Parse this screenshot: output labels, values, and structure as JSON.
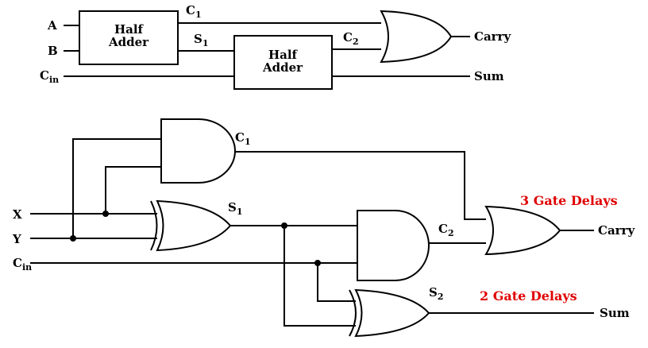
{
  "block_diagram": {
    "input_a": "A",
    "input_b": "B",
    "input_cin": {
      "base": "C",
      "sub": "in"
    },
    "half_adder_1": {
      "line1": "Half",
      "line2": "Adder"
    },
    "half_adder_2": {
      "line1": "Half",
      "line2": "Adder"
    },
    "c1": {
      "base": "C",
      "sub": "1"
    },
    "s1": {
      "base": "S",
      "sub": "1"
    },
    "c2": {
      "base": "C",
      "sub": "2"
    },
    "carry_out": "Carry",
    "sum_out": "Sum"
  },
  "gate_diagram": {
    "input_x": "X",
    "input_y": "Y",
    "input_cin": {
      "base": "C",
      "sub": "in"
    },
    "c1": {
      "base": "C",
      "sub": "1"
    },
    "s1": {
      "base": "S",
      "sub": "1"
    },
    "c2": {
      "base": "C",
      "sub": "2"
    },
    "s2": {
      "base": "S",
      "sub": "2"
    },
    "carry_out": "Carry",
    "sum_out": "Sum",
    "carry_delay_note": "3 Gate Delays",
    "sum_delay_note": "2 Gate Delays"
  },
  "colors": {
    "annotation": "#e00000",
    "wire": "#000000"
  }
}
